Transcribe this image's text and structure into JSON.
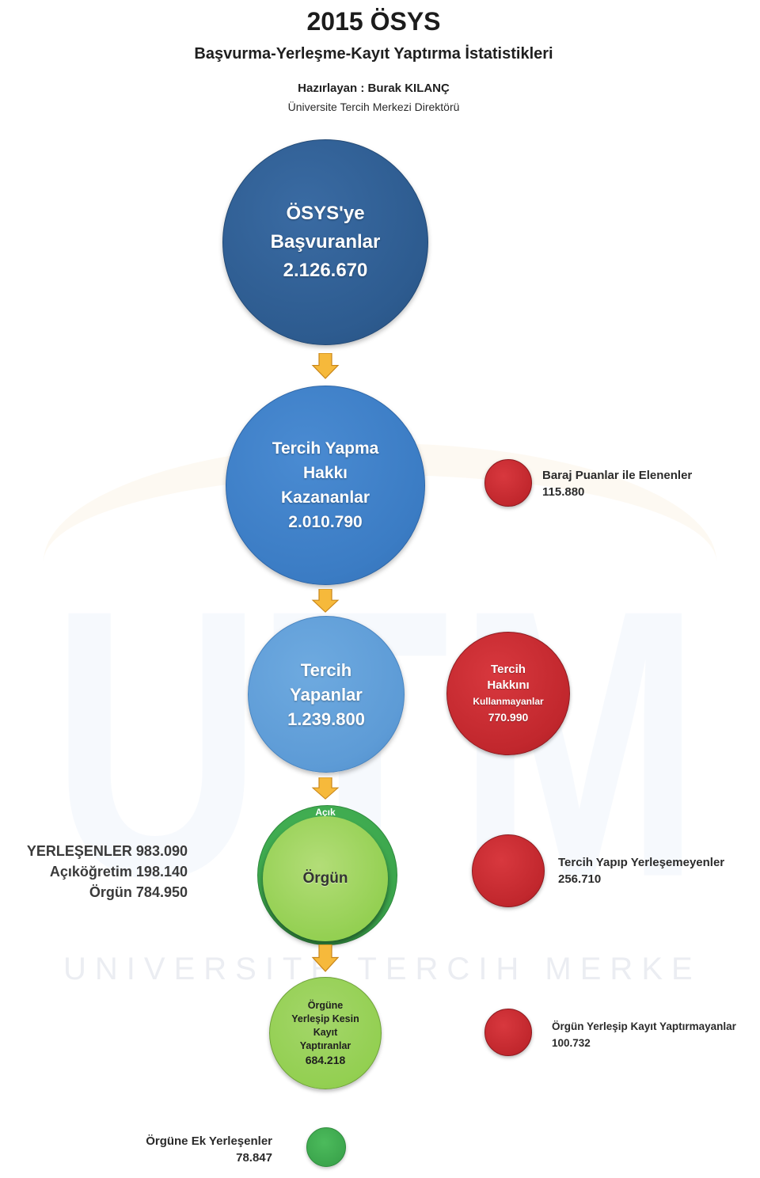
{
  "header": {
    "title": "2015 ÖSYS",
    "subtitle": "Başvurma-Yerleşme-Kayıt Yaptırma İstatistikleri",
    "author": "Hazırlayan : Burak KILANÇ",
    "author_role": "Üniversite Tercih Merkezi Direktörü"
  },
  "watermark": {
    "logo": "UTM",
    "text": "UNIVERSITE TERCIH MERKEZI"
  },
  "colors": {
    "dark_blue": "#2d5b8f",
    "blue": "#3b7cc4",
    "light_blue": "#5d9bd6",
    "red": "#c1272d",
    "green": "#3aa34b",
    "light_green": "#92cf50",
    "arrow": "#f6b93b"
  },
  "flow": {
    "applicants": {
      "lines": [
        "ÖSYS'ye",
        "Başvuranlar"
      ],
      "value": "2.126.670"
    },
    "eligible": {
      "lines": [
        "Tercih Yapma",
        "Hakkı",
        "Kazananlar"
      ],
      "value": "2.010.790"
    },
    "applied": {
      "lines": [
        "Tercih",
        "Yapanlar"
      ],
      "value": "1.239.800"
    },
    "placed": {
      "open_label": "Açık",
      "formal_label": "Örgün"
    },
    "enrolled": {
      "lines": [
        "Örgüne",
        "Yerleşip Kesin",
        "Kayıt",
        "Yaptıranlar"
      ],
      "value": "684.218"
    }
  },
  "eliminated": {
    "threshold": {
      "label": "Baraj Puanlar ile Elenenler",
      "value": "115.880"
    },
    "not_used": {
      "lines": [
        "Tercih",
        "Hakkını",
        "Kullanmayanlar"
      ],
      "value": "770.990"
    },
    "not_placed": {
      "label": "Tercih Yapıp Yerleşemeyenler",
      "value": "256.710"
    },
    "not_enrolled": {
      "label": "Örgün Yerleşip Kayıt Yaptırmayanlar",
      "value": "100.732"
    }
  },
  "additional": {
    "label": "Örgüne Ek Yerleşenler",
    "value": "78.847"
  },
  "placement_summary": [
    {
      "label": "YERLEŞENLER",
      "value": "983.090"
    },
    {
      "label": "Açıköğretim",
      "value": "198.140"
    },
    {
      "label": "Örgün",
      "value": "784.950"
    }
  ]
}
